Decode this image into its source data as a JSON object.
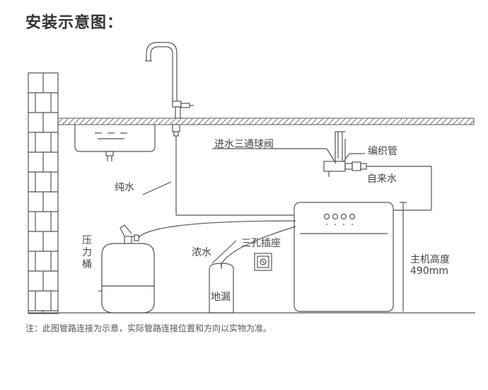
{
  "title": "安装示意图：",
  "labels": {
    "pure_water": "纯水",
    "tank": "压力桶",
    "concentrate": "浓水",
    "drain": "地漏",
    "socket": "三孔插座",
    "inlet_valve": "进水三通球阀",
    "braided_hose": "编织管",
    "tap_water": "自来水",
    "host_height_label": "主机高度",
    "host_height_value": "490mm"
  },
  "note": "注：此图管路连接为示意，实际管路连接位置和方向以实物为准。",
  "colors": {
    "line": "#555555",
    "text": "#444444",
    "wall_fill": "#ffffff"
  }
}
